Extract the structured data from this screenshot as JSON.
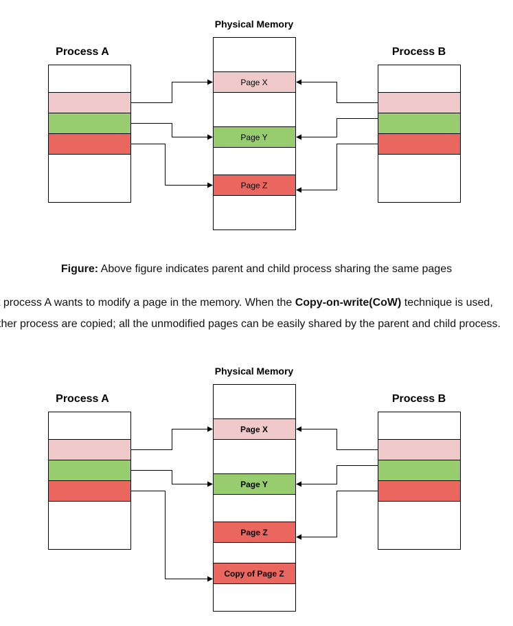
{
  "colors": {
    "pink": "#f0caca",
    "green": "#97cc6f",
    "red": "#ea6760",
    "stroke": "#000000"
  },
  "diagram1": {
    "memory_title": "Physical Memory",
    "process_a_title": "Process A",
    "process_b_title": "Process B",
    "page_x": "Page X",
    "page_y": "Page Y",
    "page_z": "Page Z"
  },
  "caption": {
    "label": "Figure:",
    "text": " Above figure indicates parent and child process sharing the same pages"
  },
  "paragraph": {
    "line1_pre": "t process A wants to modify a page in the memory. When the ",
    "line1_bold": "Copy-on-write(CoW)",
    "line1_post": " technique is used,",
    "line2": "ther process are copied; all the unmodified pages can be easily shared by the parent and child process."
  },
  "diagram2": {
    "memory_title": "Physical Memory",
    "process_a_title": "Process A",
    "process_b_title": "Process B",
    "page_x": "Page X",
    "page_y": "Page Y",
    "page_z": "Page Z",
    "copy_page_z": "Copy of Page Z"
  }
}
